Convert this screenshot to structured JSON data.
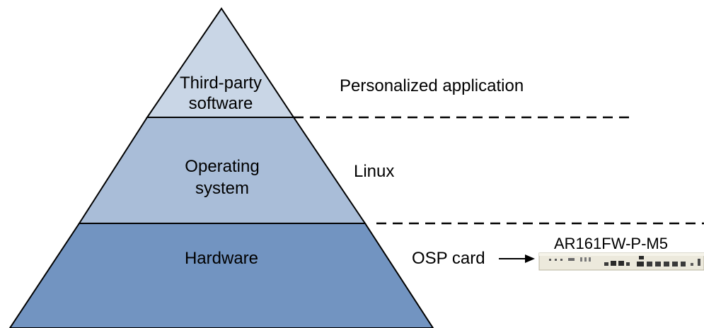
{
  "layers": [
    {
      "id": "third-party",
      "lines": [
        "Third-party",
        "software"
      ],
      "color": "#c9d6e6",
      "description": "Personalized application"
    },
    {
      "id": "operating-system",
      "lines": [
        "Operating",
        "system"
      ],
      "color": "#a9bdd8",
      "description": "Linux"
    },
    {
      "id": "hardware",
      "lines": [
        "Hardware"
      ],
      "color": "#7294c1",
      "description": "OSP card"
    }
  ],
  "device": {
    "model": "AR161FW-P-M5",
    "icon": "router-device-icon"
  },
  "colors": {
    "outline": "#000000",
    "divider": "#000000"
  }
}
